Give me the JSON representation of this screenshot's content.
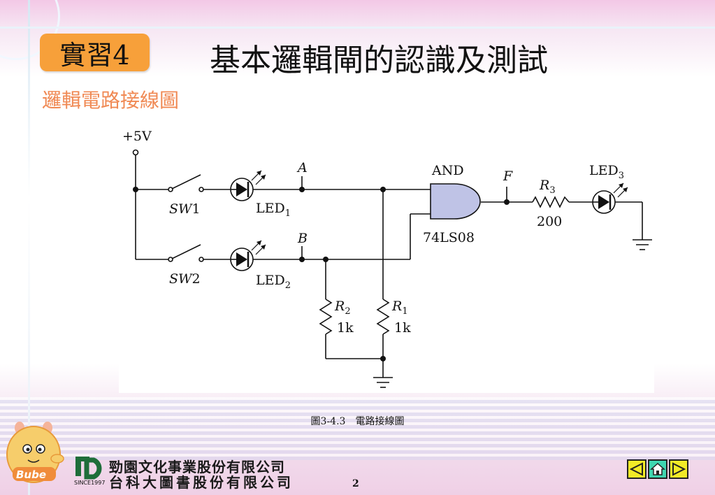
{
  "header": {
    "badge": "實習4",
    "title": "基本邏輯閘的認識及測試"
  },
  "subtitle": "邏輯電路接線圖",
  "diagram": {
    "supply": "+5V",
    "sw1": {
      "letter": "SW",
      "num": "1"
    },
    "sw2": {
      "letter": "SW",
      "num": "2"
    },
    "led1": {
      "base": "LED",
      "sub": "1"
    },
    "led2": {
      "base": "LED",
      "sub": "2"
    },
    "led3": {
      "base": "LED",
      "sub": "3"
    },
    "node_a": "A",
    "node_b": "B",
    "node_f": "F",
    "gate_type": "AND",
    "gate_part": "74LS08",
    "r1": {
      "letter": "R",
      "sub": "1",
      "value": "1k"
    },
    "r2": {
      "letter": "R",
      "sub": "2",
      "value": "1k"
    },
    "r3": {
      "letter": "R",
      "sub": "3",
      "value": "200"
    }
  },
  "caption": "圖3-4.3　電路接線圖",
  "footer": {
    "mascot_label": "Bube",
    "publisher_line1": "勁園文化事業股份有限公司",
    "publisher_line2": "台科大圖書股份有限公司",
    "since": "SINCE1997",
    "page_number": "2",
    "nav": {
      "prev_icon": "triangle-left-icon",
      "home_icon": "home-icon",
      "next_icon": "triangle-right-icon"
    }
  },
  "colors": {
    "badge": "#f7a03a",
    "subtitle": "#f08a55",
    "nav_arrow": "#f2ea27",
    "nav_home": "#3fd6b0",
    "logo_green": "#1f6e3a"
  }
}
